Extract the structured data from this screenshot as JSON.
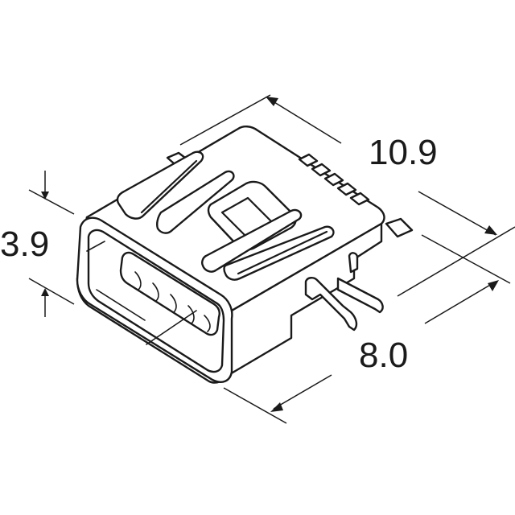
{
  "dimensions": {
    "length_label": "10.9",
    "width_label": "8.0",
    "height_label": "3.9"
  },
  "colors": {
    "line": "#1a1a1a",
    "background": "#ffffff"
  }
}
